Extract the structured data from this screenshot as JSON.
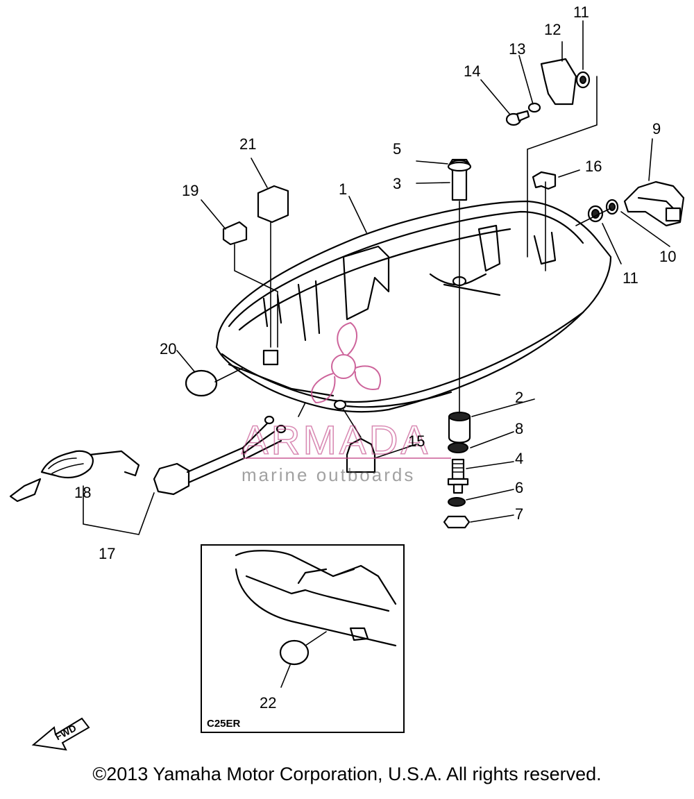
{
  "callouts": {
    "c1": "1",
    "c2": "2",
    "c3": "3",
    "c4": "4",
    "c5": "5",
    "c6": "6",
    "c7": "7",
    "c8": "8",
    "c9": "9",
    "c10": "10",
    "c11a": "11",
    "c11b": "11",
    "c12": "12",
    "c13": "13",
    "c14": "14",
    "c15": "15",
    "c16": "16",
    "c17": "17",
    "c18": "18",
    "c19": "19",
    "c20": "20",
    "c21": "21",
    "c22": "22"
  },
  "inset": {
    "label": "C25ER"
  },
  "direction": {
    "label": "FWD"
  },
  "watermark": {
    "brand": "ARMADA",
    "tagline": "marine outboards",
    "color": "#c54a8a"
  },
  "footer": {
    "copyright": "©2013 Yamaha Motor Corporation, U.S.A. All rights reserved."
  }
}
